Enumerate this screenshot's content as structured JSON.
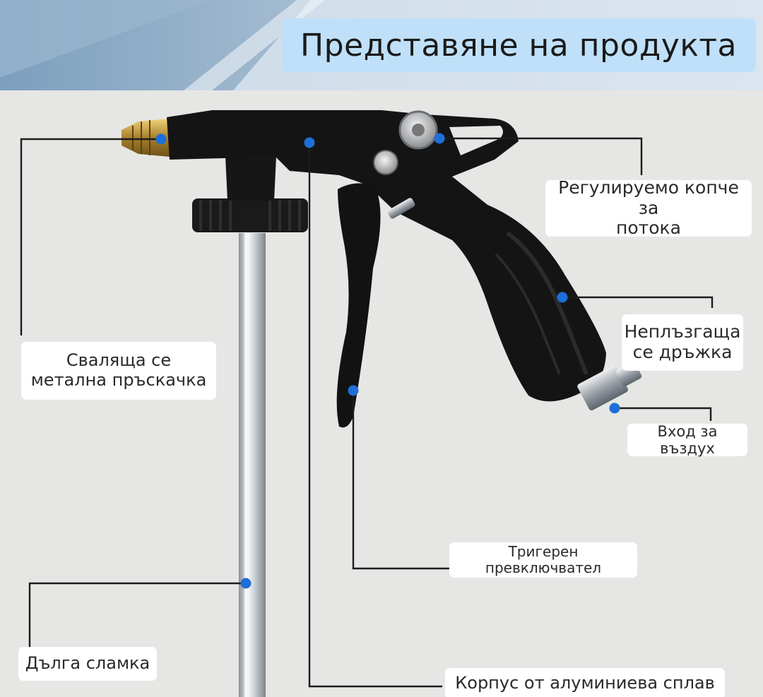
{
  "title": "Представяне на продукта",
  "labels": {
    "nozzle": "Сваляща се\nметална пръскачка",
    "flow_knob": "Регулируемо копче за\nпотока",
    "grip": "Неплъзгаща\nсе дръжка",
    "air_inlet": "Вход за въздух",
    "trigger": "Тригерен превключвател",
    "straw": "Дълга сламка",
    "body": "Корпус от алуминиева сплав"
  },
  "colors": {
    "background": "#e6e6e4",
    "title_box": "#bfe0f8",
    "dot": "#1e6fd9",
    "leader": "#1c1c1c",
    "gun": "#151515"
  }
}
